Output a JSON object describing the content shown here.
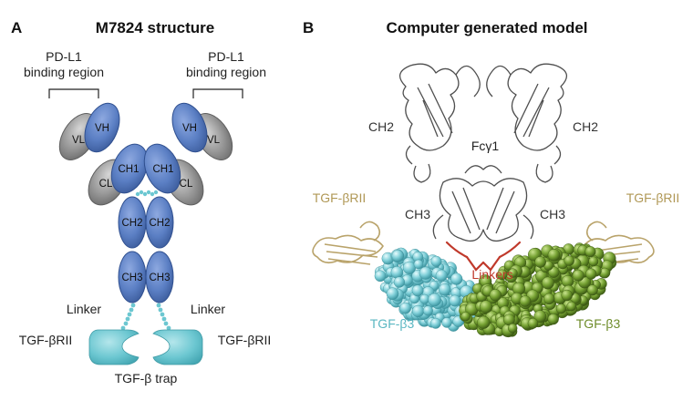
{
  "panel_a": {
    "letter": "A",
    "title": "M7824 structure",
    "binding_left_line1": "PD-L1",
    "binding_left_line2": "binding region",
    "binding_right_line1": "PD-L1",
    "binding_right_line2": "binding region",
    "domains": {
      "vl": "VL",
      "vh": "VH",
      "ch1": "CH1",
      "cl": "CL",
      "ch2": "CH2",
      "ch3": "CH3"
    },
    "linker_left": "Linker",
    "linker_right": "Linker",
    "tgf_rii_left": "TGF-βRII",
    "tgf_rii_right": "TGF-βRII",
    "trap_label": "TGF-β trap"
  },
  "panel_b": {
    "letter": "B",
    "title": "Computer generated model",
    "ch2_left": "CH2",
    "ch2_right": "CH2",
    "fc_label": "Fcγ1",
    "ch3_left": "CH3",
    "ch3_right": "CH3",
    "tgf_rii_left": "TGF-βRII",
    "tgf_rii_right": "TGF-βRII",
    "linkers": "Linkers",
    "tgf_b3_left": "TGF-β3",
    "tgf_b3_right": "TGF-β3"
  },
  "colors": {
    "domain_blue": "#5b7fc4",
    "domain_gray": "#9a9a9a",
    "trap_cyan": "#6cc7d1",
    "tgf_beige": "#b9a36a",
    "tgf_b3_green": "#6e9a2c",
    "linker_red": "#c0392b",
    "fc_gray": "#555555"
  }
}
